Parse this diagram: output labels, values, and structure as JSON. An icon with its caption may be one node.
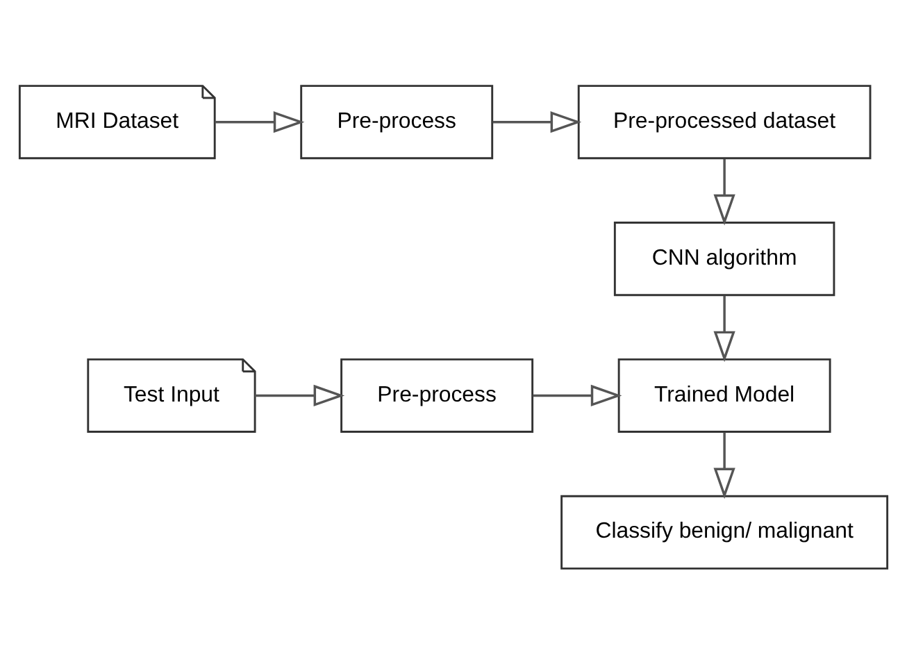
{
  "diagram": {
    "nodes": [
      {
        "text": [
          "MRI Dataset"
        ]
      },
      {
        "text": [
          "Pre-process"
        ]
      },
      {
        "text": [
          "Pre-processed dataset"
        ]
      },
      {
        "text": [
          "CNN algorithm"
        ]
      },
      {
        "text": [
          "Test Input"
        ]
      },
      {
        "text": [
          "Pre-process"
        ]
      },
      {
        "text": [
          "Trained Model"
        ]
      },
      {
        "text": [
          "Classify benign/ malignant"
        ]
      }
    ],
    "edges": [
      {
        "from": 0,
        "to": 1,
        "arrow": "to"
      },
      {
        "from": 1,
        "to": 2,
        "arrow": "to"
      },
      {
        "from": 2,
        "to": 3,
        "arrow": "to"
      },
      {
        "from": 3,
        "to": 6,
        "arrow": "to"
      },
      {
        "from": 4,
        "to": 5,
        "arrow": "to"
      },
      {
        "from": 5,
        "to": 6,
        "arrow": "to"
      },
      {
        "from": 6,
        "to": 7,
        "arrow": "to"
      }
    ]
  }
}
